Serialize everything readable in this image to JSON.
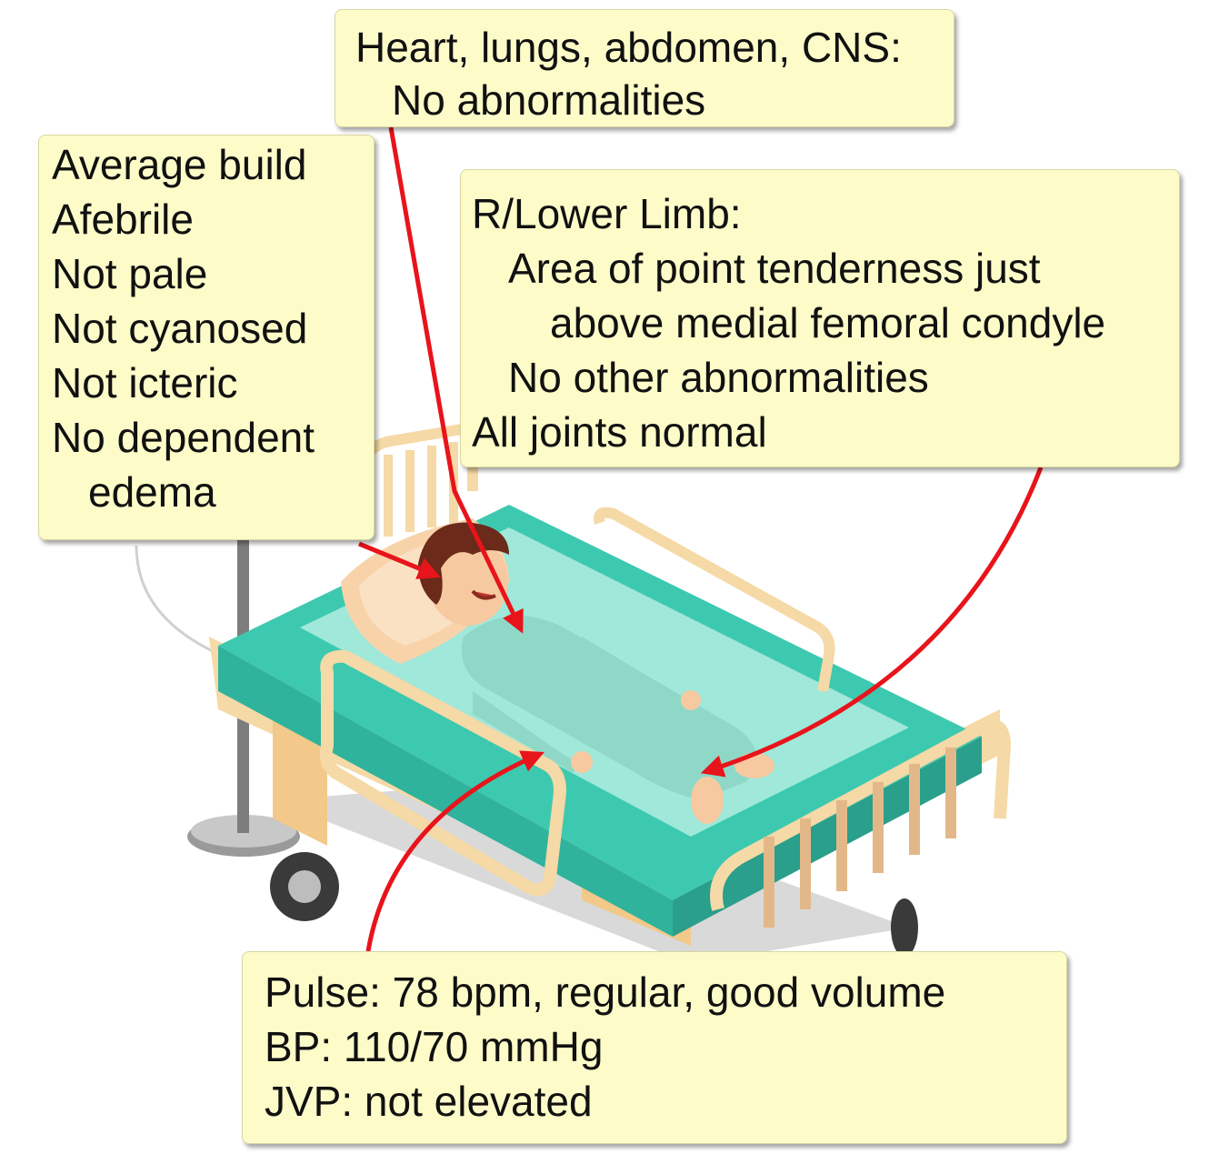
{
  "colors": {
    "callout_fill": "#fdfcc9",
    "arrow": "#e8141b",
    "sheet": "#3dc9b0",
    "bed_frame": "#f5d9a6",
    "gown": "#8fd8c8",
    "hair": "#6b2a1a"
  },
  "illustration": {
    "subject": "patient lying on hospital bed with IV stand",
    "arrow_count": 4
  },
  "callouts": {
    "top": {
      "lines": [
        "Heart, lungs, abdomen, CNS:",
        "No abnormalities"
      ]
    },
    "left": {
      "lines": [
        "Average build",
        "Afebrile",
        "Not pale",
        "Not cyanosed",
        "Not icteric",
        "No dependent",
        "edema"
      ]
    },
    "right": {
      "lines": [
        "R/Lower Limb:",
        "Area of point tenderness just",
        "above medial femoral condyle",
        "No other abnormalities",
        "All joints normal"
      ]
    },
    "bottom": {
      "lines": [
        "Pulse: 78 bpm, regular, good volume",
        "BP: 110/70 mmHg",
        "JVP: not elevated"
      ]
    }
  }
}
